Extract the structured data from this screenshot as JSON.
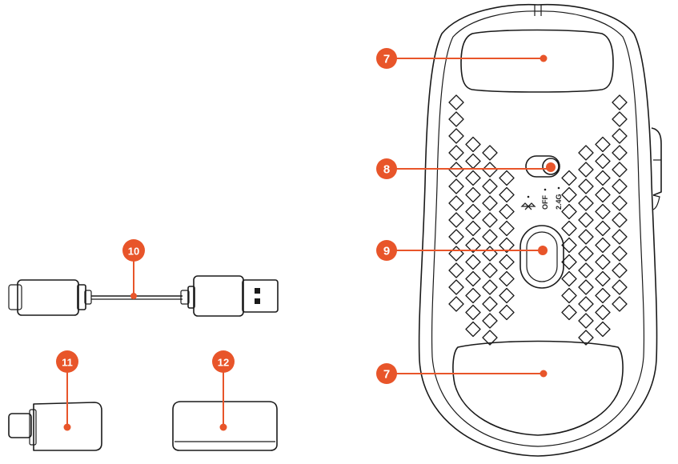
{
  "accent_color": "#e8552a",
  "callouts": {
    "c7_top": "7",
    "c7_bottom": "7",
    "c8": "8",
    "c9": "9",
    "c10": "10",
    "c11": "11",
    "c12": "12"
  },
  "mode_switch": {
    "bluetooth_icon": "bluetooth-icon",
    "off_label": "OFF",
    "wireless_label": "2.4G"
  }
}
